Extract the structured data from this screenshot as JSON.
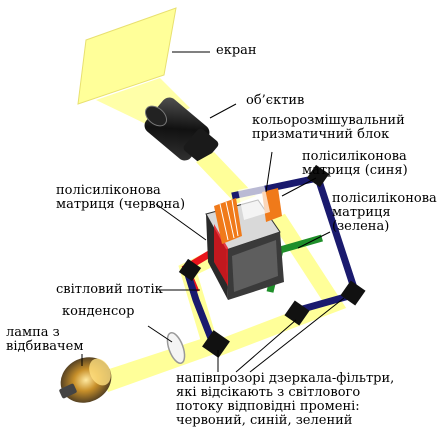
{
  "labels": {
    "screen": "екран",
    "objective": "об’єктив",
    "prism_block": [
      "кольорозмішувальний",
      "призматичний блок"
    ],
    "matrix_blue": [
      "полісиліконова",
      "матриця (синя)"
    ],
    "matrix_red": [
      "полісиліконова",
      "матриця (червона)"
    ],
    "matrix_green": [
      "полісиліконова",
      "матриця",
      "(зелена)"
    ],
    "light_flux": "світловий потік",
    "condenser": "конденсор",
    "lamp": [
      "лампа з",
      "відбивачем"
    ],
    "mirrors": [
      "напівпрозорі дзеркала-фільтри,",
      "які відсікають з світлового",
      "потоку відповідні промені:",
      "червоний, синій, зелений"
    ]
  },
  "colors": {
    "light": "#ffff99",
    "red": "#e8141c",
    "blue": "#1a1a6e",
    "green": "#1f8f2a",
    "black": "#111111",
    "orange": "#f07a1a"
  }
}
